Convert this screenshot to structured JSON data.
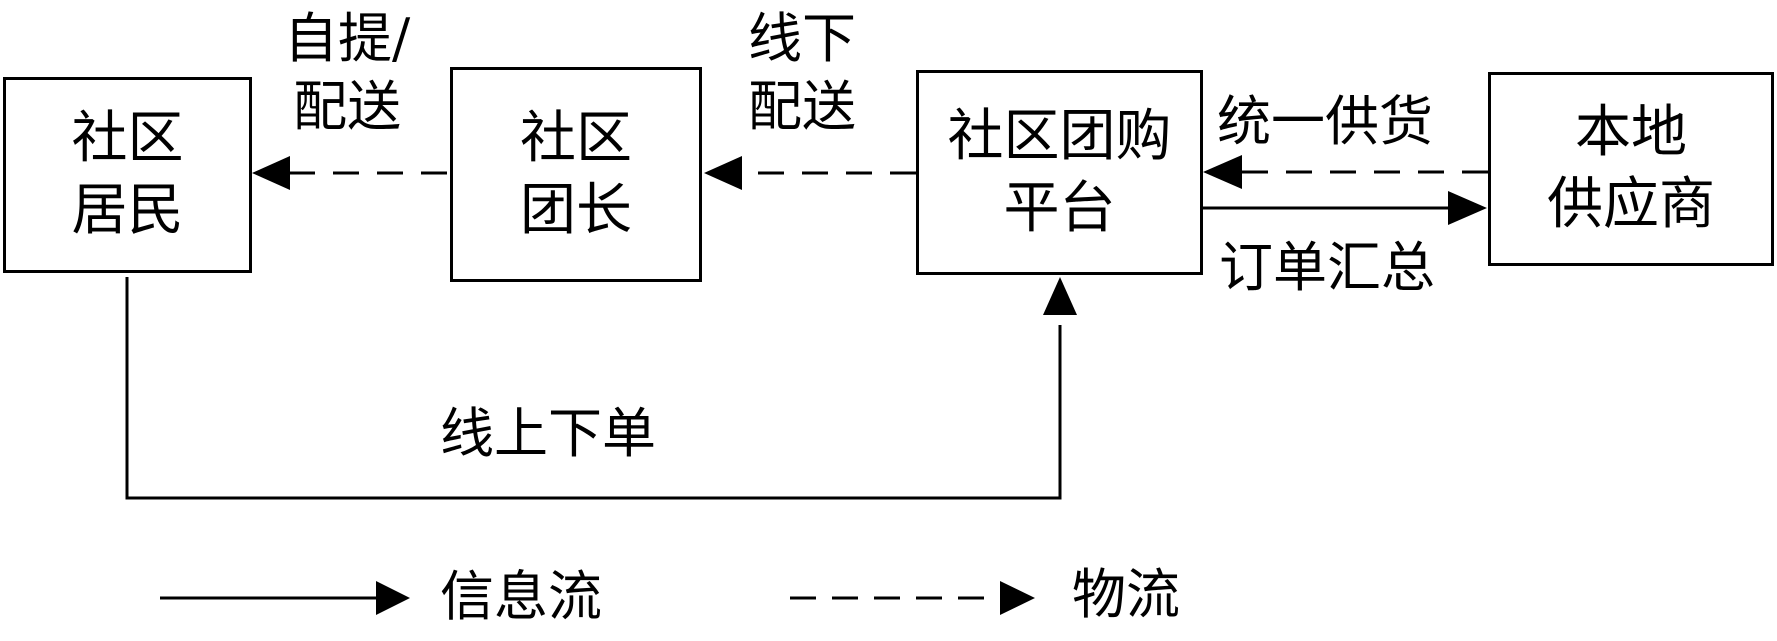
{
  "nodes": {
    "residents": [
      "社区",
      "居民"
    ],
    "leader": [
      "社区",
      "团长"
    ],
    "platform": [
      "社区团购",
      "平台"
    ],
    "supplier": [
      "本地",
      "供应商"
    ]
  },
  "edges": {
    "pickup_delivery": [
      "自提/",
      "配送"
    ],
    "offline_delivery": [
      "线下",
      "配送"
    ],
    "unified_supply": "统一供货",
    "order_summary": "订单汇总",
    "online_order": "线上下单"
  },
  "legend": {
    "info_flow": "信息流",
    "logistics_flow": "物流"
  }
}
